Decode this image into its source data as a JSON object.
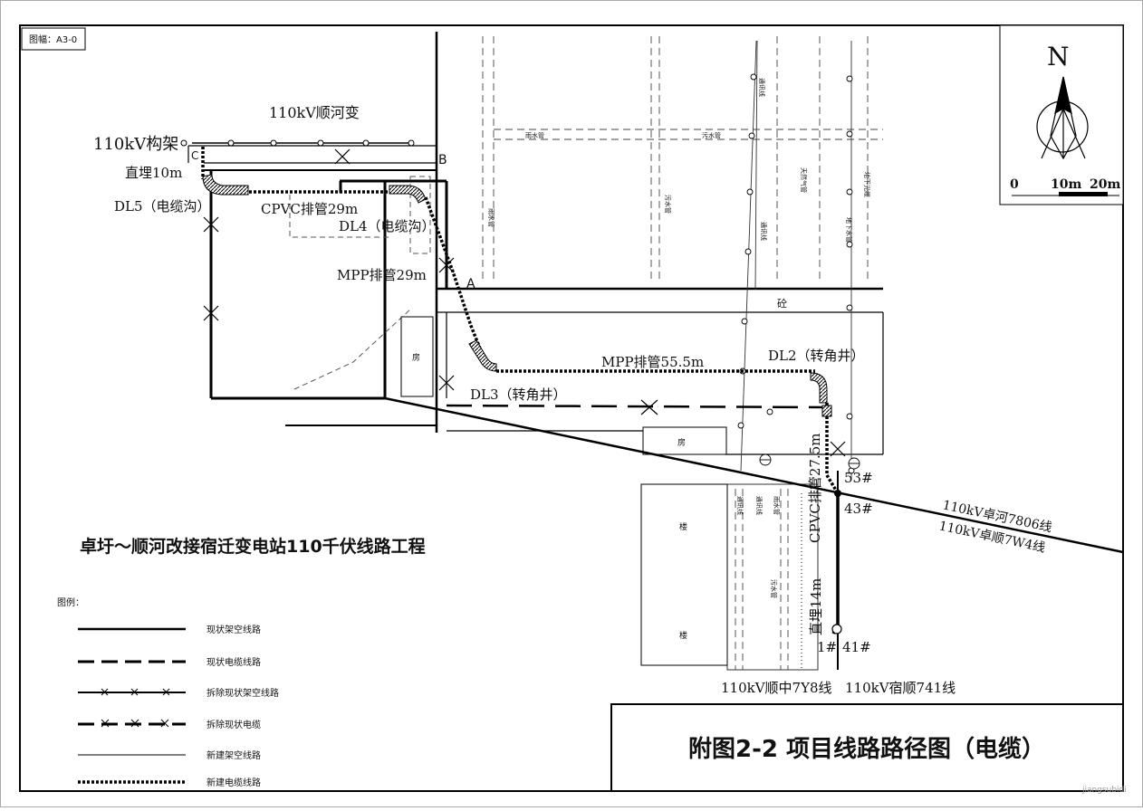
{
  "frame": {
    "sheet_label": "图幅：A3-0"
  },
  "substation": {
    "name": "110kV顺河变",
    "gantry": "110kV构架"
  },
  "points": {
    "a": "A",
    "b": "B",
    "c": "C"
  },
  "labels": {
    "dl5": "DL5（电缆沟）",
    "dl4": "DL4（电缆沟）",
    "dl3": "DL3（转角井）",
    "dl2": "DL2（转角井）",
    "cpvc29": "CPVC排管29m",
    "mpp29": "MPP排管29m",
    "mpp555": "MPP排管55.5m",
    "cpvc275": "CPVC排管27.5m",
    "direct10": "直埋10m",
    "direct14": "直埋14m",
    "tower53": "53#",
    "tower43": "43#",
    "tower1": "1#",
    "tower41": "41#",
    "road": "砼",
    "house1": "房",
    "house2": "房",
    "building1": "楼",
    "building2": "楼"
  },
  "lines": {
    "zhuohe": "110kV卓河7806线",
    "zhuoshun": "110kV卓顺7W4线",
    "shunzhong": "110kV顺中7Y8线",
    "sushun": "110kV宿顺741线"
  },
  "pipes": {
    "p1": "通讯线",
    "p2": "通讯线",
    "p3": "天然气管",
    "p4": "地下水管",
    "p5": "地下光缆",
    "p6": "雨水管",
    "p7": "污水管",
    "p8": "雨水管",
    "p9": "污水管",
    "p10": "通讯线",
    "p11": "通讯线",
    "p12": "雨水管",
    "p13": "污水管"
  },
  "project_title": "卓圩～顺河改接宿迁变电站110千伏线路工程",
  "legend": {
    "title": "图例：",
    "items": [
      {
        "label": "现状架空线路"
      },
      {
        "label": "现状电缆线路"
      },
      {
        "label": "拆除现状架空线路"
      },
      {
        "label": "拆除现状电缆"
      },
      {
        "label": "新建架空线路"
      },
      {
        "label": "新建电缆线路"
      }
    ]
  },
  "compass": {
    "north": "N",
    "scale_0": "0",
    "scale_10": "10m",
    "scale_20": "20m"
  },
  "figure_title": "附图2-2 项目线路路径图（电缆）",
  "watermark": "jiangsubidi"
}
